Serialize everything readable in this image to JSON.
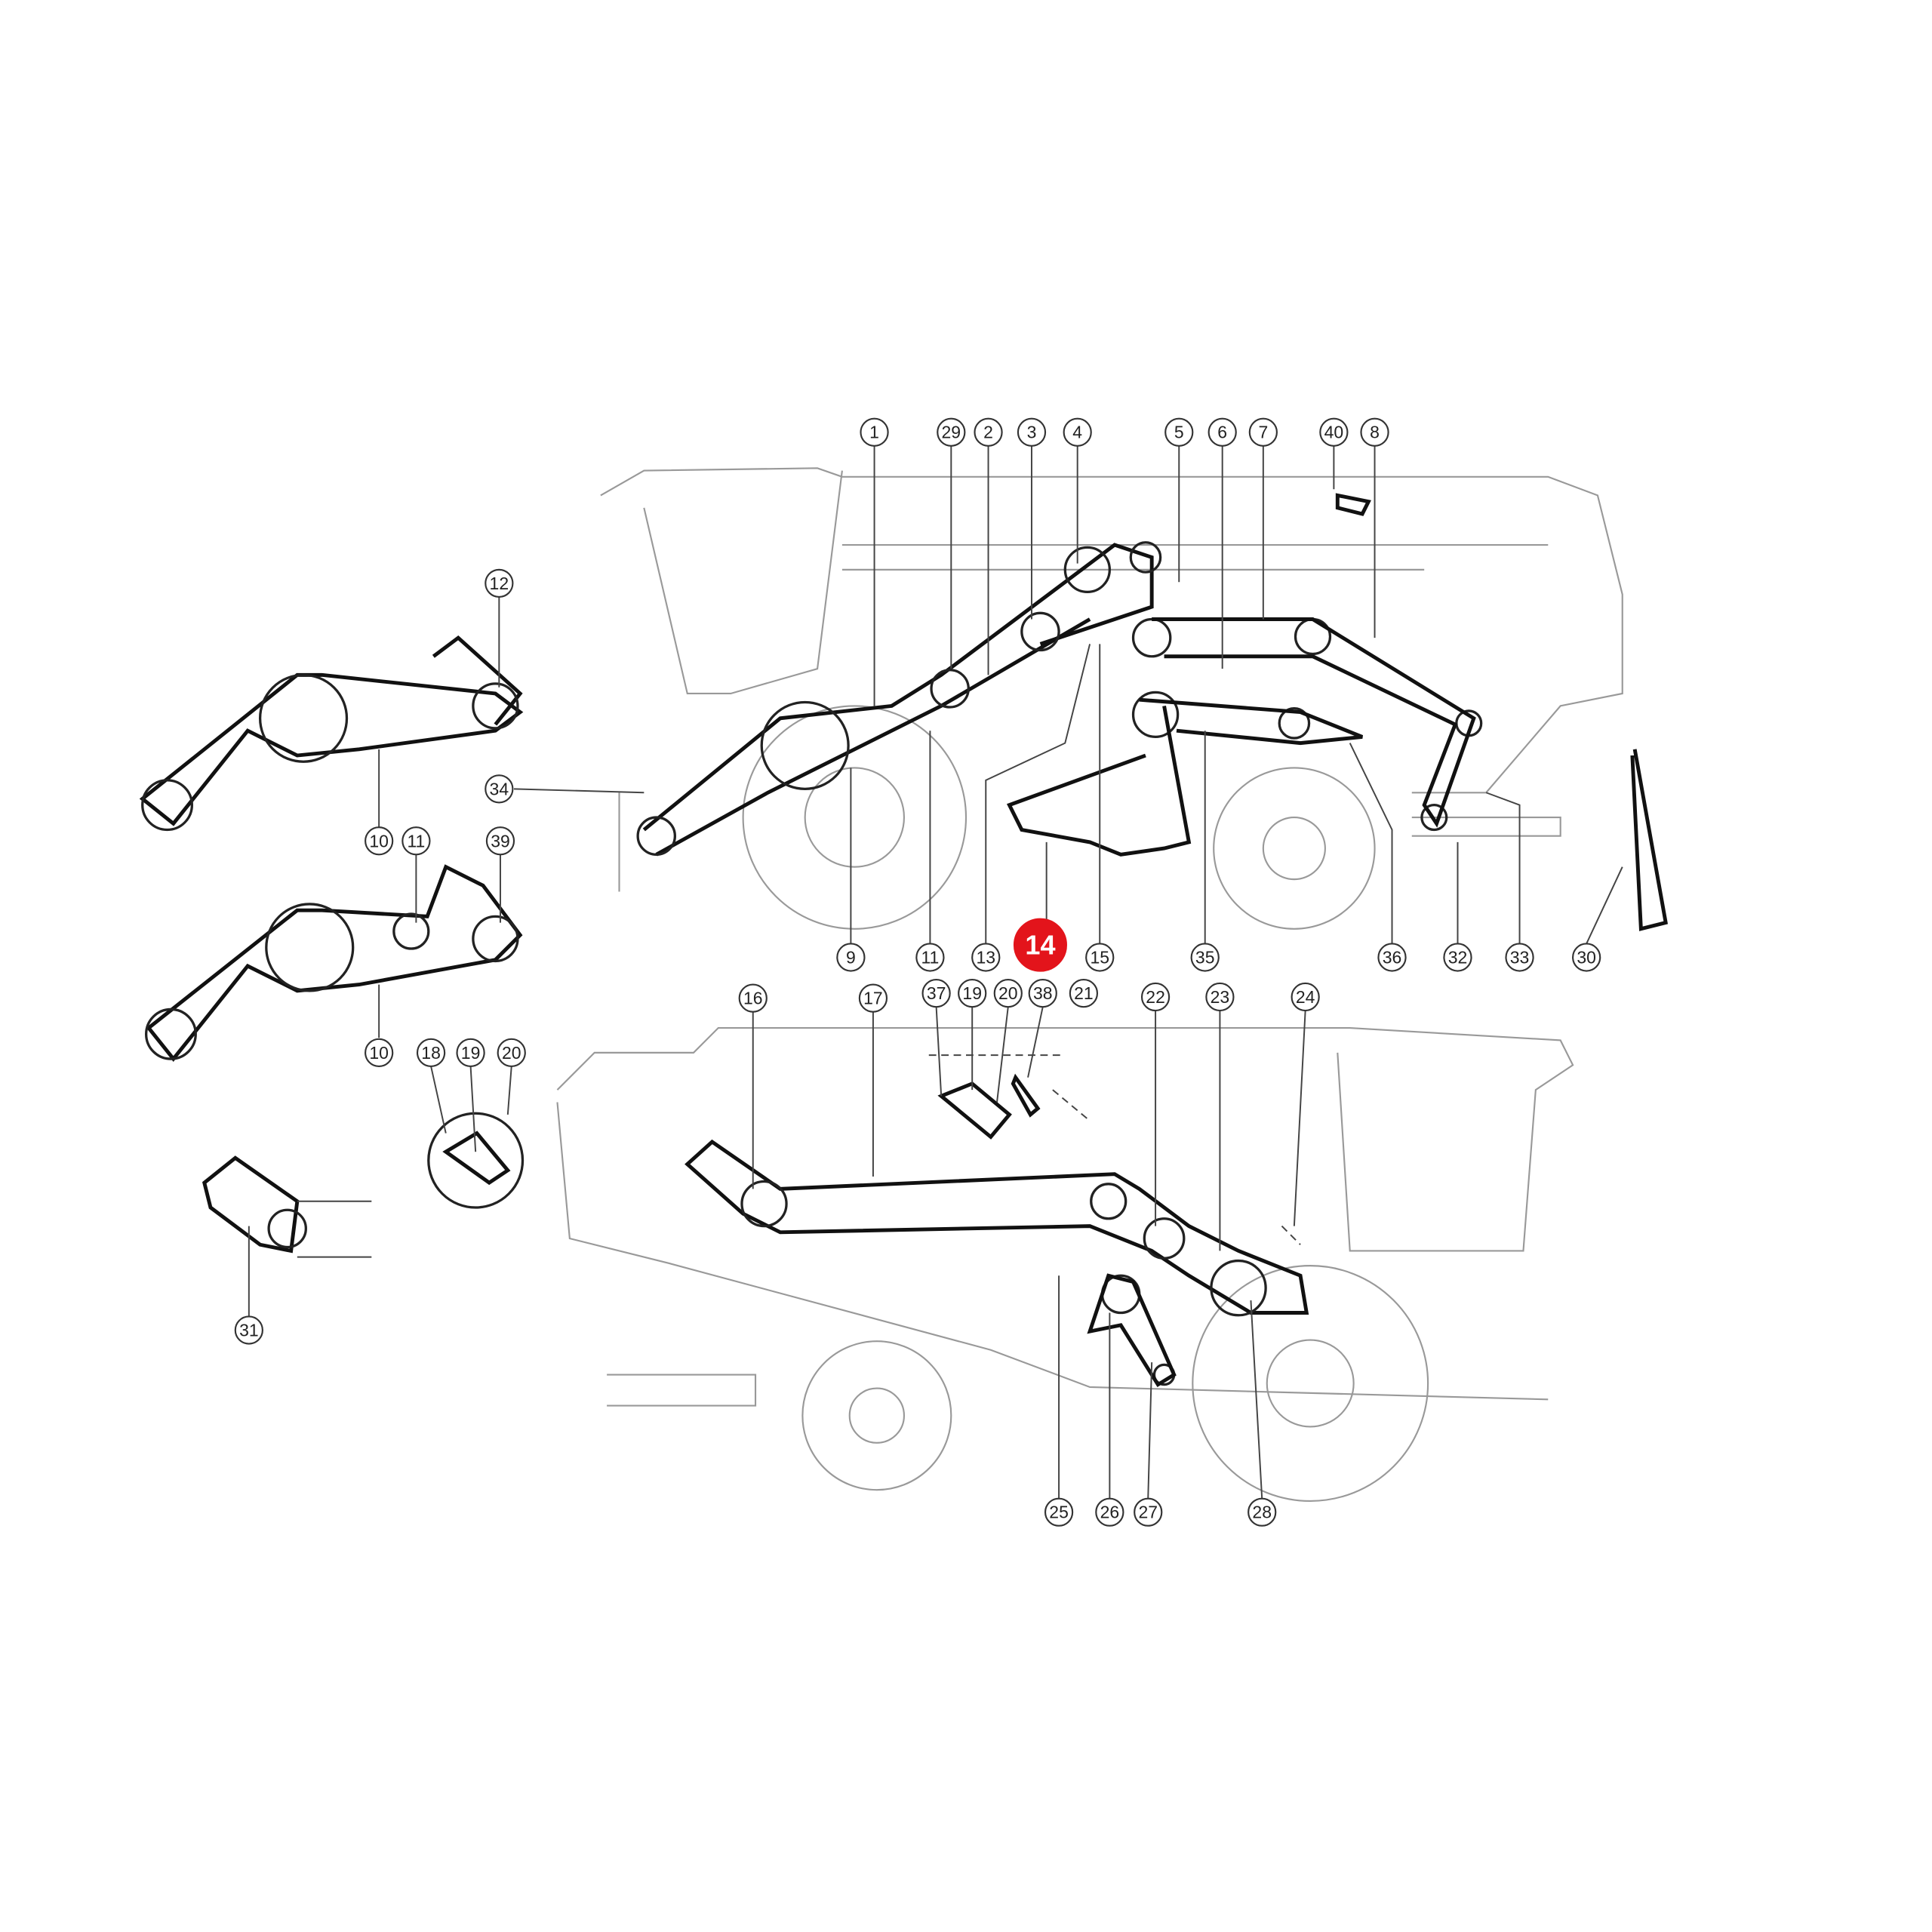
{
  "diagram": {
    "highlight_color": "#e3141b",
    "highlighted_part": "14",
    "top_row_labels": [
      "1",
      "29",
      "2",
      "3",
      "4",
      "5",
      "6",
      "7",
      "40",
      "8"
    ],
    "top_bottom_labels": [
      "9",
      "11",
      "13",
      "14",
      "15",
      "35",
      "36",
      "32",
      "33",
      "30"
    ],
    "left_labels": [
      "12",
      "34",
      "10",
      "11",
      "39",
      "10",
      "18",
      "19",
      "20",
      "31"
    ],
    "lower_top_labels": [
      "16",
      "17",
      "37",
      "19",
      "20",
      "38",
      "21",
      "22",
      "23",
      "24"
    ],
    "lower_bottom_labels": [
      "25",
      "26",
      "27",
      "28"
    ]
  }
}
